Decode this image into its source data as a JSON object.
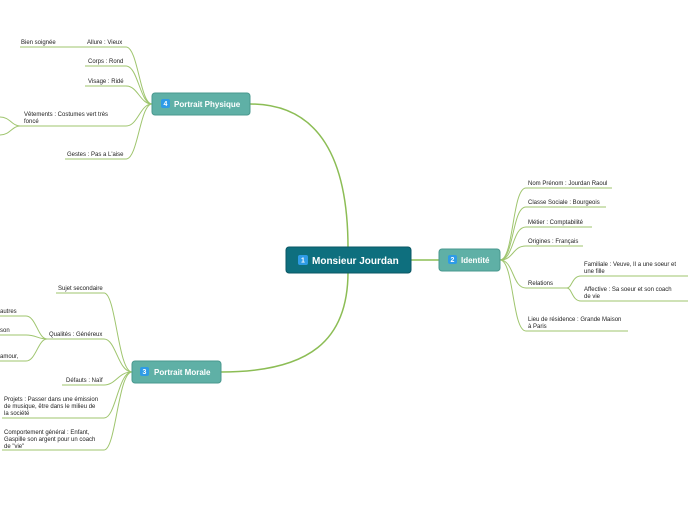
{
  "root": {
    "badge": "1",
    "label": "Monsieur Jourdan"
  },
  "topics": {
    "portrait_physique": {
      "badge": "4",
      "label": "Portrait Physique"
    },
    "identite": {
      "badge": "2",
      "label": "Identité"
    },
    "portrait_morale": {
      "badge": "3",
      "label": "Portrait Morale"
    }
  },
  "physique": {
    "allure": "Allure : Vieux",
    "bien_soignee": "Bien soignée",
    "corps": "Corps : Rond",
    "visage": "Visage : Ridé",
    "vetements_1": "Vêtements : Costumes vert très",
    "vetements_2": "foncé",
    "gestes": "Gestes : Pas a L'aise"
  },
  "identite": {
    "nom": "Nom Prénom : Jourdan Raoul",
    "classe": "Classe Sociale : Bourgeois",
    "metier": "Métier : Comptabilité",
    "origines": "Origines : Français",
    "relations": "Relations",
    "familiale_1": "Familiale : Veuve, Il a une soeur et",
    "familiale_2": "une fille",
    "affective_1": "Affective : Sa soeur et son coach",
    "affective_2": "de vie",
    "lieu_1": "Lieu de résidence : Grande Maison",
    "lieu_2": "à Paris"
  },
  "morale": {
    "sujet": "Sujet secondaire",
    "qualites": "Qualités : Généreux",
    "cut_autres": "autres",
    "cut_son": "son",
    "cut_amour": "amour,",
    "defauts": "Défauts : Naïf",
    "projets_1": "Projets : Passer dans une émission",
    "projets_2": "de musique, être dans le milieu de",
    "projets_3": "la société",
    "comport_1": "Comportement général : Enfant,",
    "comport_2": "Gaspille son argent pour un coach",
    "comport_3": "de \"vie\""
  }
}
